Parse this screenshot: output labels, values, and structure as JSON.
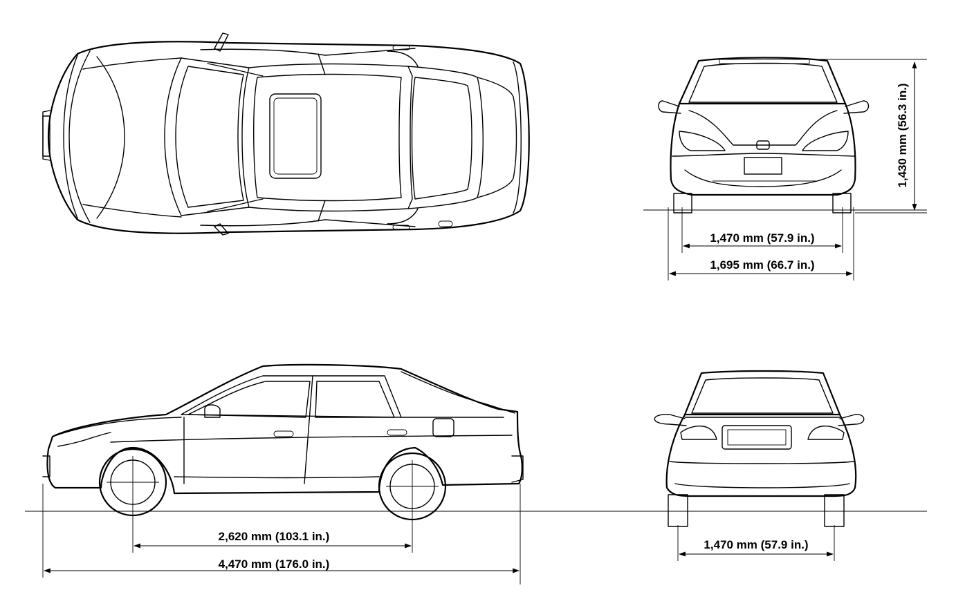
{
  "views": {
    "top": "top-view",
    "front": "front-view",
    "side": "side-view",
    "rear": "rear-view"
  },
  "dimensions": {
    "height": "1,430 mm (56.3 in.)",
    "front_track": "1,470 mm (57.9 in.)",
    "width": "1,695 mm (66.7 in.)",
    "wheelbase": "2,620 mm (103.1 in.)",
    "length": "4,470 mm (176.0 in.)",
    "rear_track": "1,470 mm (57.9 in.)"
  }
}
